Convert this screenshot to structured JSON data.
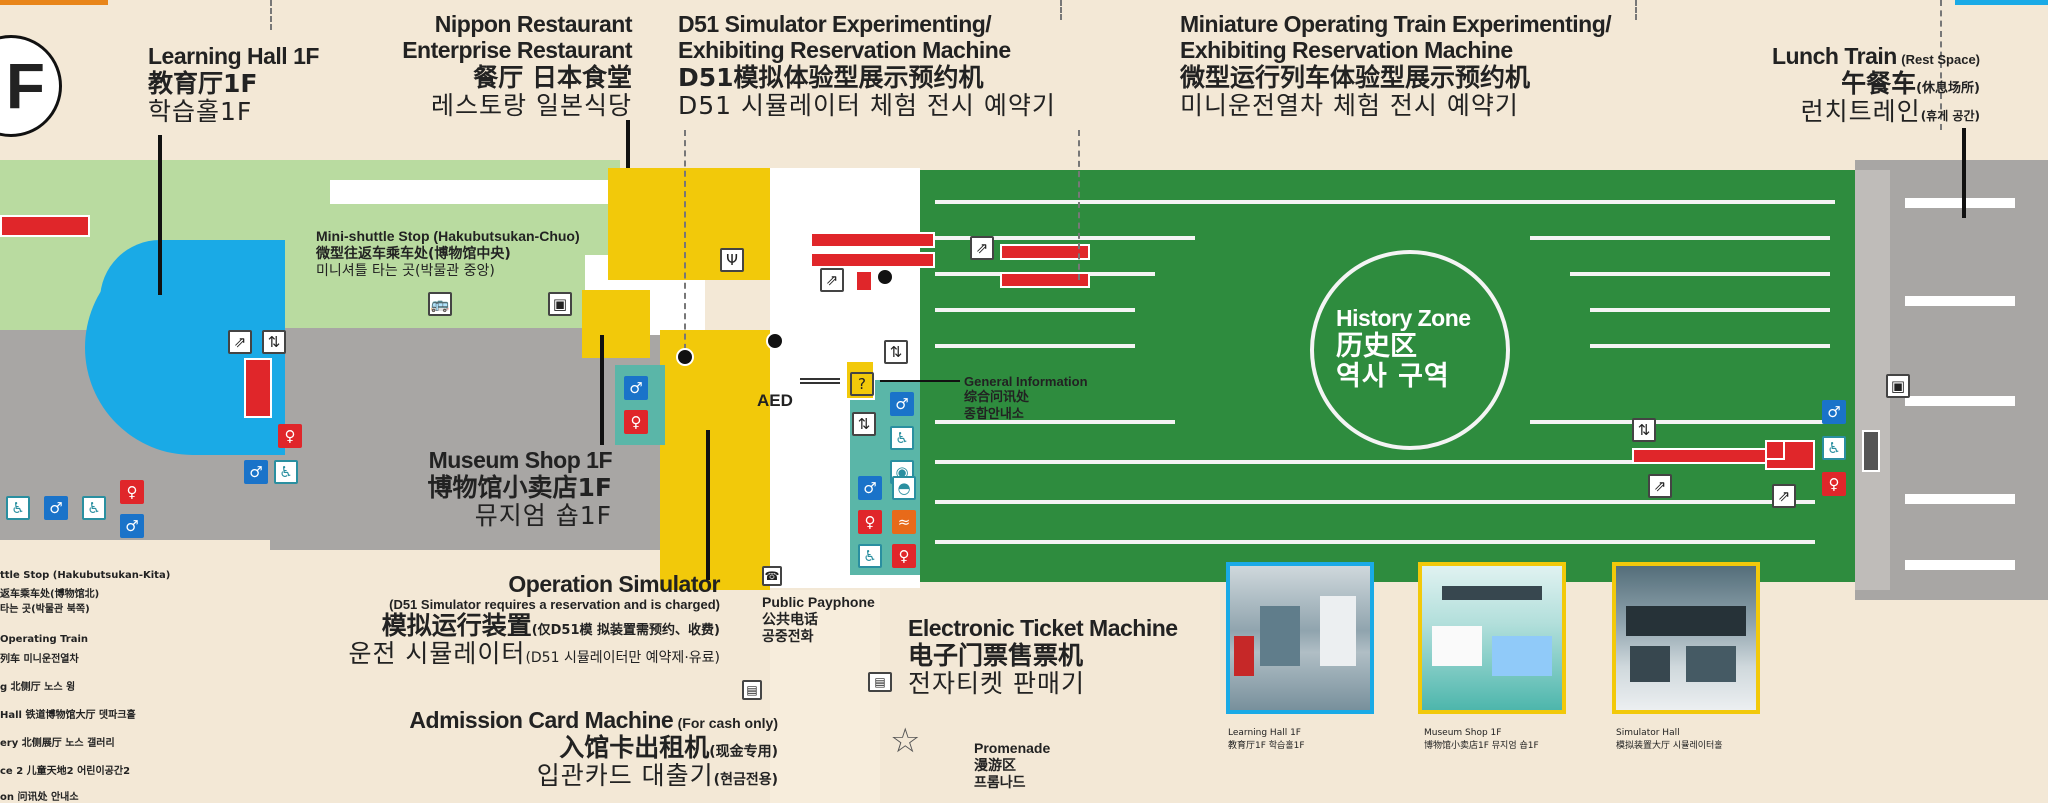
{
  "floor": "F",
  "colors": {
    "background": "#f3e8d6",
    "light_green": "#b9dba0",
    "history_green": "#2e8c3e",
    "blue": "#1aaaE6",
    "yellow": "#f2c90a",
    "gray": "#a8a6a4",
    "teal": "#5ab6a8",
    "red": "#e0262a"
  },
  "labels": {
    "learning_hall": {
      "en": "Learning Hall 1F",
      "cn": "教育厅1F",
      "kr": "학습홀1F"
    },
    "restaurant": {
      "en1": "Nippon Restaurant",
      "en2": "Enterprise Restaurant",
      "cn": "餐厅 日本食堂",
      "kr": "레스토랑 일본식당"
    },
    "d51_reservation": {
      "en1": "D51 Simulator Experimenting/",
      "en2": "Exhibiting Reservation Machine",
      "cn": "D51模拟体验型展示预约机",
      "kr": "D51 시뮬레이터 체험 전시 예약기"
    },
    "miniature_reservation": {
      "en1": "Miniature Operating Train Experimenting/",
      "en2": "Exhibiting Reservation Machine",
      "cn": "微型运行列车体验型展示预约机",
      "kr": "미니운전열차 체험 전시 예약기"
    },
    "lunch_train": {
      "en": "Lunch Train",
      "en_note": "(Rest Space)",
      "cn": "午餐车",
      "cn_note": "(休息场所)",
      "kr": "런치트레인",
      "kr_note": "(휴게 공간)"
    },
    "mini_shuttle": {
      "en": "Mini-shuttle Stop (Hakubutsukan-Chuo)",
      "cn": "微型往返车乘车处(博物馆中央)",
      "kr": "미니셔틀 타는 곳(박물관 중앙)"
    },
    "history_zone": {
      "en": "History Zone",
      "cn": "历史区",
      "kr": "역사 구역"
    },
    "general_info": {
      "en": "General Information",
      "cn": "综合问讯处",
      "kr": "종합안내소"
    },
    "aed": "AED",
    "museum_shop": {
      "en": "Museum Shop 1F",
      "cn": "博物馆小卖店1F",
      "kr": "뮤지엄 숍1F"
    },
    "operation_sim": {
      "en": "Operation Simulator",
      "en_note": "(D51 Simulator requires a reservation and is charged)",
      "cn": "模拟运行装置",
      "cn_note": "(仅D51模 拟装置需预约、收费)",
      "kr": "운전 시뮬레이터",
      "kr_note": "(D51 시뮬레이터만 예약제·유료)"
    },
    "payphone": {
      "en": "Public Payphone",
      "cn": "公共电话",
      "kr": "공중전화"
    },
    "ticket_machine": {
      "en": "Electronic Ticket Machine",
      "cn": "电子门票售票机",
      "kr": "전자티켓 판매기"
    },
    "admission_card": {
      "en": "Admission Card Machine",
      "en_note": "(For cash only)",
      "cn": "入馆卡出租机",
      "cn_note": "(现金专用)",
      "kr": "입관카드 대출기",
      "kr_note": "(현금전용)"
    },
    "promenade": {
      "en": "Promenade",
      "cn": "漫游区",
      "kr": "프롬나드"
    }
  },
  "left_strip": [
    "ttle Stop (Hakubutsukan-Kita)",
    "返车乘车处(博物馆北)",
    "타는 곳(박물관 북쪽)",
    "Operating Train",
    "列车 미니운전열차",
    "g 北侧厅 노스 윙",
    "Hall 铁道博物馆大厅 뎃파크홀",
    "ery 北侧展厅 노스 갤러리",
    "ce 2 儿童天地2 어린이공간2",
    "on 问讯处 안내소"
  ],
  "photos": [
    {
      "caption1": "Learning Hall 1F",
      "caption2": "教育厅1F  학습홀1F",
      "border": "#1aaaE6"
    },
    {
      "caption1": "Museum Shop 1F",
      "caption2": "博物馆小卖店1F  뮤지엄 숍1F",
      "border": "#f2c90a"
    },
    {
      "caption1": "Simulator Hall",
      "caption2": "模拟装置大厅  시뮬레이터홀",
      "border": "#f2c90a"
    }
  ]
}
